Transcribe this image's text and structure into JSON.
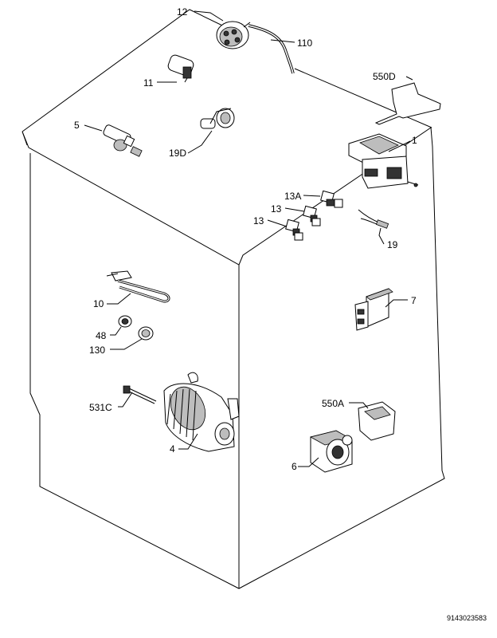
{
  "labels": {
    "p12": "12",
    "p110": "110",
    "p11": "11",
    "p550D": "550D",
    "p5": "5",
    "p19D": "19D",
    "p1": "1",
    "p13A": "13A",
    "p13b": "13",
    "p13a": "13",
    "p19": "19",
    "p10": "10",
    "p7": "7",
    "p48": "48",
    "p130": "130",
    "p531C": "531C",
    "p550A": "550A",
    "p4": "4",
    "p6": "6"
  },
  "document_id": "9143023583"
}
